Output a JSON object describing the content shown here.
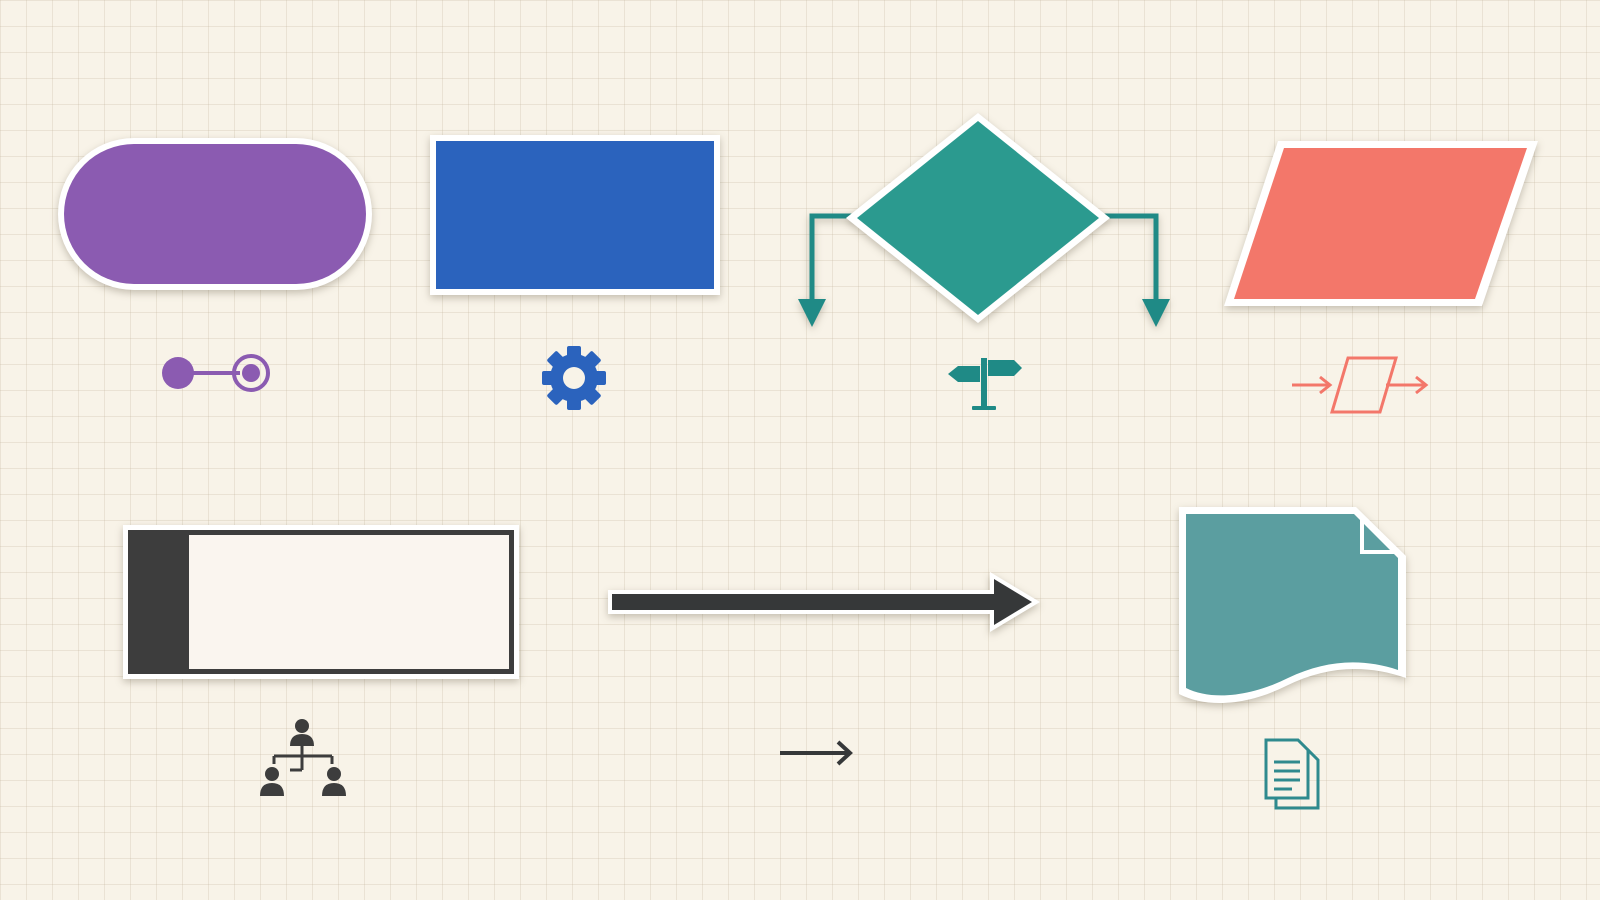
{
  "colors": {
    "background": "#f8f3e8",
    "terminator": "#8b5bb1",
    "process": "#2b63bd",
    "decision": "#2b9a8f",
    "decision_arrows": "#1f8a86",
    "data": "#f3776a",
    "predefined_bar": "#3d3d3d",
    "predefined_fill": "#faf5ef",
    "connector": "#363839",
    "document": "#5b9ea0",
    "document_icon": "#2f8a8e"
  },
  "shapes": [
    {
      "name": "terminator",
      "icon": "start-end-icon"
    },
    {
      "name": "process",
      "icon": "gear-icon"
    },
    {
      "name": "decision",
      "icon": "signpost-icon"
    },
    {
      "name": "data",
      "icon": "input-output-icon"
    },
    {
      "name": "predefined-process",
      "icon": "org-chart-icon"
    },
    {
      "name": "connector",
      "icon": "arrow-right-icon"
    },
    {
      "name": "document",
      "icon": "document-icon"
    }
  ]
}
